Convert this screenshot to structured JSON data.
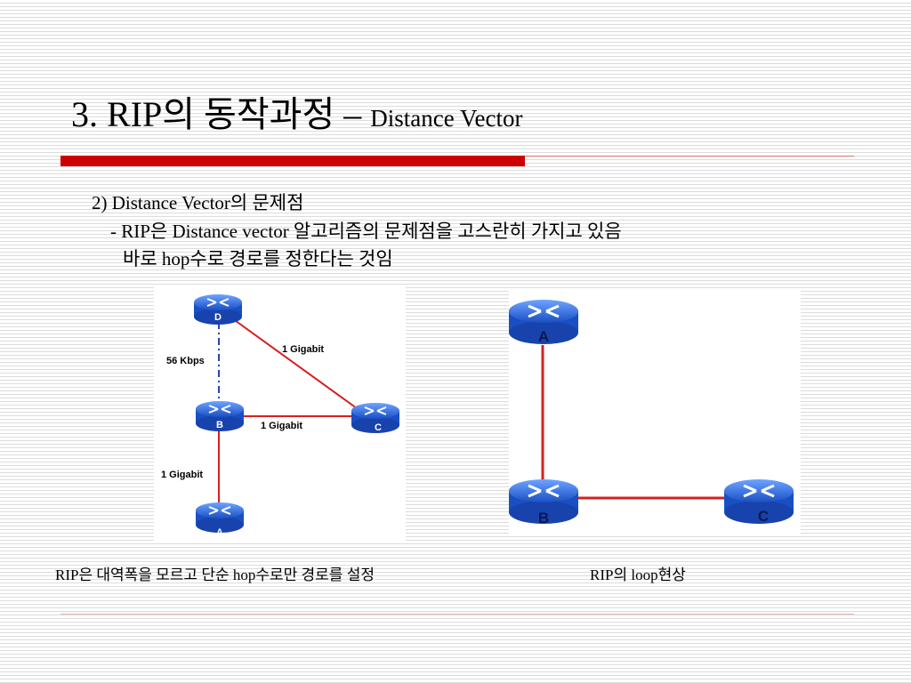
{
  "slide": {
    "title_main": "3. RIP의 동작과정 – ",
    "title_sub": "Distance Vector",
    "heading": "2) Distance Vector의 문제점",
    "bullet_line1": "- RIP은 Distance vector 알고리즘의 문제점을 고스란히 가지고 있음",
    "bullet_line2": "바로 hop수로 경로를 정한다는 것임"
  },
  "diagram_left": {
    "routers": [
      {
        "id": "D",
        "label": "D"
      },
      {
        "id": "B",
        "label": "B"
      },
      {
        "id": "C",
        "label": "C"
      },
      {
        "id": "A",
        "label": "A"
      }
    ],
    "links": [
      {
        "from": "D",
        "to": "B",
        "label": "56 Kbps",
        "style": "dashed"
      },
      {
        "from": "D",
        "to": "C",
        "label": "1 Gigabit",
        "style": "solid"
      },
      {
        "from": "B",
        "to": "C",
        "label": "1 Gigabit",
        "style": "solid"
      },
      {
        "from": "B",
        "to": "A",
        "label": "1 Gigabit",
        "style": "solid"
      }
    ],
    "caption": "RIP은 대역폭을 모르고 단순 hop수로만 경로를 설정"
  },
  "diagram_right": {
    "routers": [
      {
        "id": "A",
        "label": "A"
      },
      {
        "id": "B",
        "label": "B"
      },
      {
        "id": "C",
        "label": "C"
      }
    ],
    "links": [
      {
        "from": "A",
        "to": "B",
        "style": "solid"
      },
      {
        "from": "B",
        "to": "C",
        "style": "solid"
      }
    ],
    "caption": "RIP의 loop현상"
  },
  "colors": {
    "accent_red": "#cc0000",
    "link_red": "#d42020",
    "link_blue": "#2a3fbf",
    "router_blue": "#2f6fe0"
  }
}
